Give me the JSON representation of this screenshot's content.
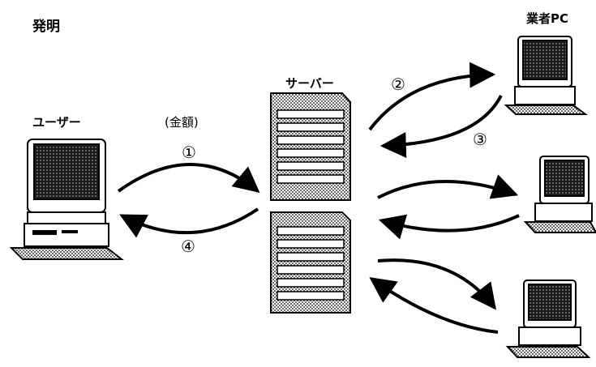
{
  "title": "発明",
  "labels": {
    "user": "ユーザー",
    "server": "サーバー",
    "vendor": "業者PC",
    "amount": "(金額)"
  },
  "steps": {
    "s1": "①",
    "s2": "②",
    "s3": "③",
    "s4": "④"
  },
  "nodes": {
    "user_pc": "user-computer",
    "servers": [
      "server-rack-upper",
      "server-rack-lower"
    ],
    "vendor_pcs": [
      "vendor-computer-top",
      "vendor-computer-middle",
      "vendor-computer-bottom"
    ]
  },
  "colors": {
    "line": "#000000",
    "screen": "#2a2a2a",
    "body": "#ffffff"
  }
}
